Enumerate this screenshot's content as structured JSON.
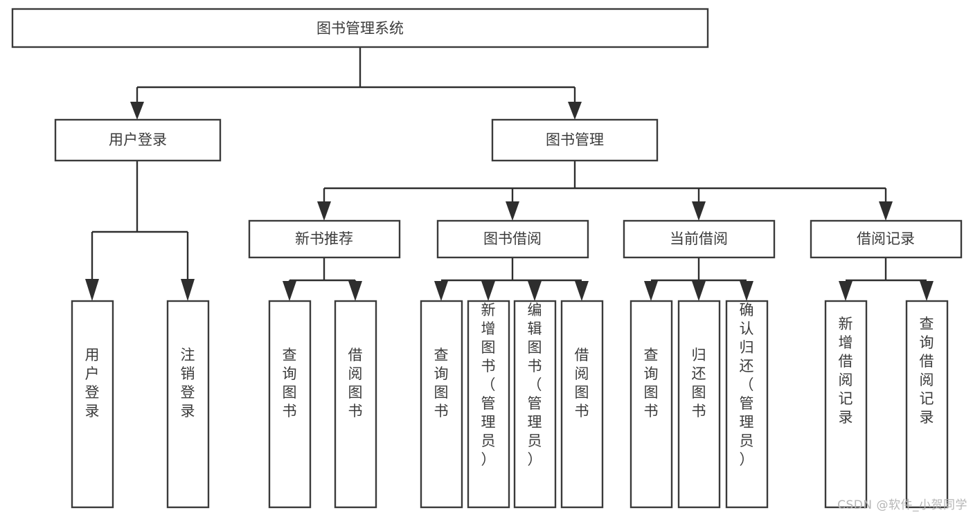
{
  "diagram": {
    "type": "tree-hierarchy-functional-decomposition",
    "root": {
      "id": "root",
      "label": "图书管理系统"
    },
    "level1": [
      {
        "id": "user-login",
        "label": "用户登录"
      },
      {
        "id": "book-management",
        "label": "图书管理"
      }
    ],
    "level2": [
      {
        "id": "new-book-recommend",
        "label": "新书推荐",
        "parent": "book-management"
      },
      {
        "id": "book-borrow",
        "label": "图书借阅",
        "parent": "book-management"
      },
      {
        "id": "current-borrow",
        "label": "当前借阅",
        "parent": "book-management"
      },
      {
        "id": "borrow-record",
        "label": "借阅记录",
        "parent": "book-management"
      }
    ],
    "leaves": [
      {
        "id": "leaf-user-login",
        "label": "用户登录",
        "parent": "user-login"
      },
      {
        "id": "leaf-logout-login",
        "label": "注销登录",
        "parent": "user-login"
      },
      {
        "id": "leaf-query-book-1",
        "label": "查询图书",
        "parent": "new-book-recommend"
      },
      {
        "id": "leaf-borrow-book-1",
        "label": "借阅图书",
        "parent": "new-book-recommend"
      },
      {
        "id": "leaf-query-book-2",
        "label": "查询图书",
        "parent": "book-borrow"
      },
      {
        "id": "leaf-add-book",
        "label": "新增图书（管理员）",
        "parent": "book-borrow"
      },
      {
        "id": "leaf-edit-book",
        "label": "编辑图书（管理员）",
        "parent": "book-borrow"
      },
      {
        "id": "leaf-borrow-book-2",
        "label": "借阅图书",
        "parent": "book-borrow"
      },
      {
        "id": "leaf-query-book-3",
        "label": "查询图书",
        "parent": "current-borrow"
      },
      {
        "id": "leaf-return-book",
        "label": "归还图书",
        "parent": "current-borrow"
      },
      {
        "id": "leaf-confirm-return",
        "label": "确认归还（管理员）",
        "parent": "current-borrow"
      },
      {
        "id": "leaf-add-record",
        "label": "新增借阅记录",
        "parent": "borrow-record"
      },
      {
        "id": "leaf-query-record",
        "label": "查询借阅记录",
        "parent": "borrow-record"
      }
    ],
    "watermark": "CSDN @软件_小贺同学",
    "colors": {
      "box_border": "#3a3a3a",
      "box_fill": "#ffffff",
      "connector": "#2e2e2e",
      "text": "#3b3b3b",
      "watermark": "#b6b6b6",
      "background": "#ffffff"
    }
  }
}
